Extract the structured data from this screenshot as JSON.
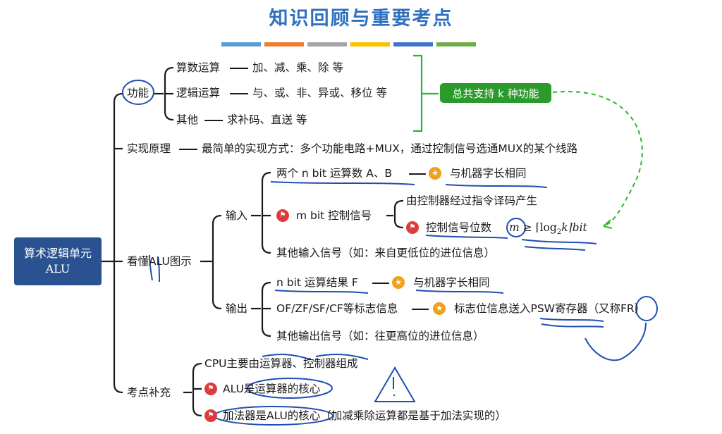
{
  "title": "知识回顾与重要考点",
  "palette": [
    "#5b9bd5",
    "#ed7d31",
    "#a5a5a5",
    "#ffc000",
    "#4472c4",
    "#70ad47"
  ],
  "root": {
    "line1": "算术逻辑单元",
    "line2": "ALU"
  },
  "func": {
    "label": "功能",
    "arith": {
      "name": "算数运算",
      "desc": "加、减、乘、除 等"
    },
    "logic": {
      "name": "逻辑运算",
      "desc": "与、或、非、异或、移位 等"
    },
    "other": {
      "name": "其他",
      "desc": "求补码、直送 等"
    },
    "summary": "总共支持 k 种功能"
  },
  "impl": {
    "label": "实现原理",
    "desc": "最简单的实现方式：多个功能电路+MUX，通过控制信号选通MUX的某个线路"
  },
  "diagram": {
    "label": "看懂ALU图示",
    "input": {
      "label": "输入",
      "operands": "两个 n bit 运算数 A、B",
      "operands_note": "与机器字长相同",
      "control": "m bit 控制信号",
      "control_src": "由控制器经过指令译码产生",
      "control_bits": "控制信号位数",
      "formula_m": "m",
      "formula_rest": "≥ ⌈log",
      "formula_sub": "2",
      "formula_end": "k⌉bit",
      "other": "其他输入信号（如：来自更低位的进位信息）"
    },
    "output": {
      "label": "输出",
      "result": "n bit 运算结果 F",
      "result_note": "与机器字长相同",
      "flags": "OF/ZF/SF/CF等标志信息",
      "flags_note": "标志位信息送入PSW寄存器（又称FR）",
      "other": "其他输出信号（如：往更高位的进位信息）"
    }
  },
  "exam": {
    "label": "考点补充",
    "p1": "CPU主要由运算器、控制器组成",
    "p2": "ALU是运算器的核心",
    "p3": "加法器是ALU的核心（加减乘除运算都是基于加法实现的）"
  },
  "icons": {
    "flag": "flag-icon",
    "star": "star-icon"
  }
}
